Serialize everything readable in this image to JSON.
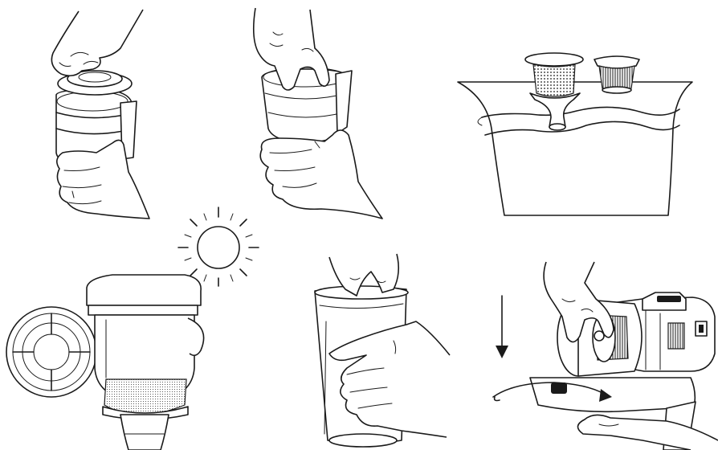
{
  "figure": {
    "panels": [
      {
        "id": "remove-filter"
      },
      {
        "id": "separate-filter"
      },
      {
        "id": "rinse-in-water"
      },
      {
        "id": "sun-dry"
      },
      {
        "id": "empty-cup"
      },
      {
        "id": "reattach-cup"
      }
    ],
    "icons": [
      "hand-icon",
      "sun-icon",
      "water-basin-icon",
      "arrow-down-icon",
      "rotate-arrow-icon"
    ],
    "colors": {
      "line": "#1a1a1a",
      "background": "#ffffff"
    }
  }
}
